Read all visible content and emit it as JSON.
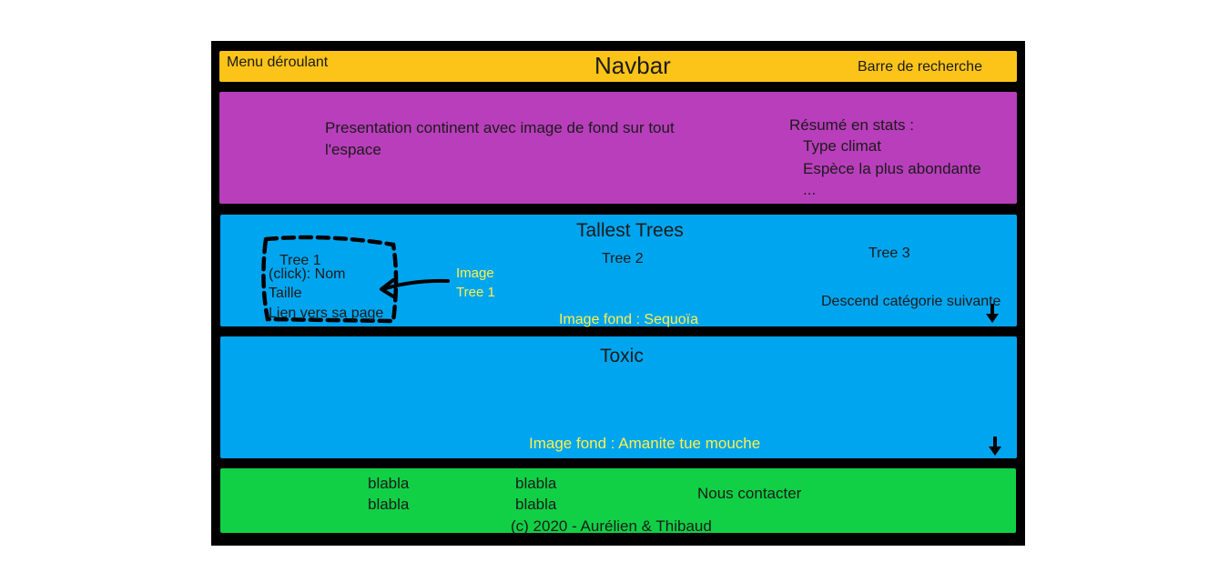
{
  "navbar": {
    "menu_label": "Menu déroulant",
    "title": "Navbar",
    "search_label": "Barre de recherche",
    "bg_color": "#FCC419"
  },
  "hero": {
    "presentation_line1": "Presentation continent avec image de fond sur tout",
    "presentation_line2": "l'espace",
    "stats_title": "Résumé en stats :",
    "stats_items": [
      "Type climat",
      "Espèce la plus abondante",
      "..."
    ],
    "bg_color": "#B93EBB"
  },
  "tallest": {
    "title": "Tallest Trees",
    "tree1_label": "Tree 1",
    "tree1_details": [
      "(click): Nom",
      "Taille",
      "Lien vers sa page"
    ],
    "tree2_label": "Tree 2",
    "tree3_label": "Tree 3",
    "image_note_line1": "Image",
    "image_note_line2": "Tree 1",
    "next_category": "Descend catégorie suivante",
    "bg_note": "Image fond : Sequoïa",
    "bg_color": "#00A5EF"
  },
  "toxic": {
    "title": "Toxic",
    "bg_note": "Image fond : Amanite tue mouche",
    "bg_color": "#00A5EF"
  },
  "footer": {
    "col1": [
      "blabla",
      "blabla"
    ],
    "col2": [
      "blabla",
      "blabla"
    ],
    "contact": "Nous contacter",
    "copyright": "(c) 2020 - Aurélien & Thibaud",
    "bg_color": "#11D046"
  },
  "icons": {
    "down_arrow": "arrow-down-icon",
    "pointer_arrow": "arrow-left-icon"
  }
}
